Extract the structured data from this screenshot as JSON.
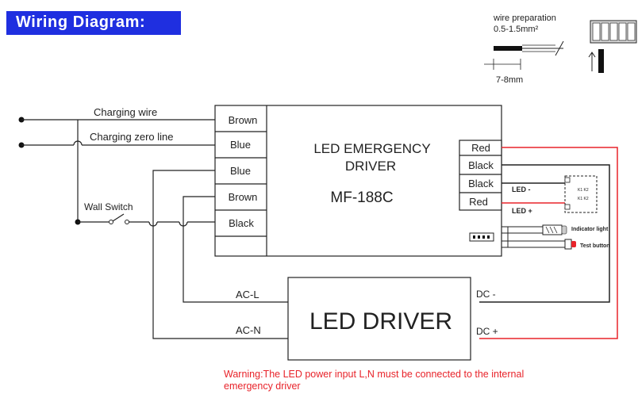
{
  "header": {
    "title": "Wiring Diagram:"
  },
  "wire_prep": {
    "label": "wire preparation",
    "range": "0.5-1.5mm²",
    "strip_length": "7-8mm"
  },
  "input_lines": {
    "charging_wire": "Charging wire",
    "charging_zero_line": "Charging zero line",
    "wall_switch": "Wall Switch"
  },
  "emergency_driver": {
    "title_line1": "LED EMERGENCY",
    "title_line2": "DRIVER",
    "model": "MF-188C",
    "left_terminals": [
      "Brown",
      "Blue",
      "Blue",
      "Brown",
      "Black"
    ],
    "right_terminals": [
      "Red",
      "Black",
      "Black",
      "Red"
    ]
  },
  "led_module": {
    "led_minus": "LED -",
    "led_plus": "LED +"
  },
  "indicator": {
    "indicator_light": "Indicator light",
    "test_button": "Test button"
  },
  "led_driver": {
    "title": "LED DRIVER",
    "ac_l": "AC-L",
    "ac_n": "AC-N",
    "dc_minus": "DC -",
    "dc_plus": "DC +"
  },
  "warning": {
    "text": "Warning:The LED power input L,N must be connected to the internal emergency driver"
  },
  "colors": {
    "banner": "#1f2fe0",
    "warning": "#e8232a",
    "red_wire": "#e8232a",
    "wire": "#222222"
  }
}
